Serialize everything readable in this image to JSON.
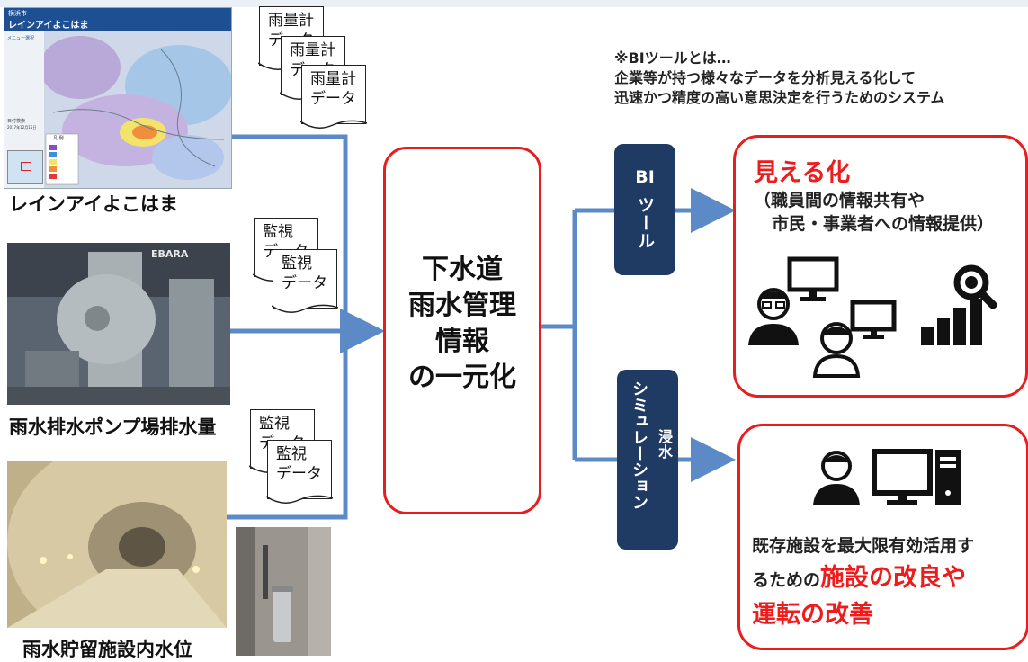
{
  "sources": [
    {
      "caption": "レインアイよこはま",
      "doc_label": [
        "雨量計",
        "データ"
      ],
      "doc_count": 3,
      "screen": {
        "city": "横浜市",
        "title": "レインアイよこはま",
        "menu": "メニュー選択",
        "date_label": "日付検索",
        "date": "2017年12月15日",
        "legend_title": "凡 例"
      }
    },
    {
      "caption": "雨水排水ポンプ場排水量",
      "doc_label": [
        "監視",
        "データ"
      ],
      "doc_count": 2,
      "brand": "EBARA"
    },
    {
      "caption": "雨水貯留施設内水位",
      "doc_label": [
        "監視",
        "データ"
      ],
      "doc_count": 2
    }
  ],
  "note": {
    "line1": "※BIツールとは…",
    "line2": "企業等が持つ様々なデータを分析見える化して",
    "line3": "迅速かつ精度の高い意思決定を行うためのシステム"
  },
  "center": {
    "line1": "下水道",
    "line2": "雨水管理",
    "line3": "情報",
    "line4": "の一元化"
  },
  "bi_tool": {
    "line1": "BI",
    "line2": "ツール"
  },
  "simulation": {
    "main": "シミュレーション",
    "side": "浸水"
  },
  "visualize": {
    "title": "見える化",
    "sub1": "（職員間の情報共有や",
    "sub2": "市民・事業者への情報提供）"
  },
  "improve": {
    "line1": "既存施設を最大限有効活用す",
    "line2_plain": "るための",
    "line2_red": "施設の改良や",
    "line3_red": "運転の改善"
  },
  "colors": {
    "flow": "#5b8ac6",
    "navy": "#1f3a63",
    "red": "#e61e1e",
    "highlight_red": "#ee1c1c"
  },
  "icons": [
    "person-glasses-icon",
    "person-icon",
    "monitor-icon",
    "bar-chart-icon",
    "magnifier-icon",
    "desktop-tower-icon"
  ]
}
